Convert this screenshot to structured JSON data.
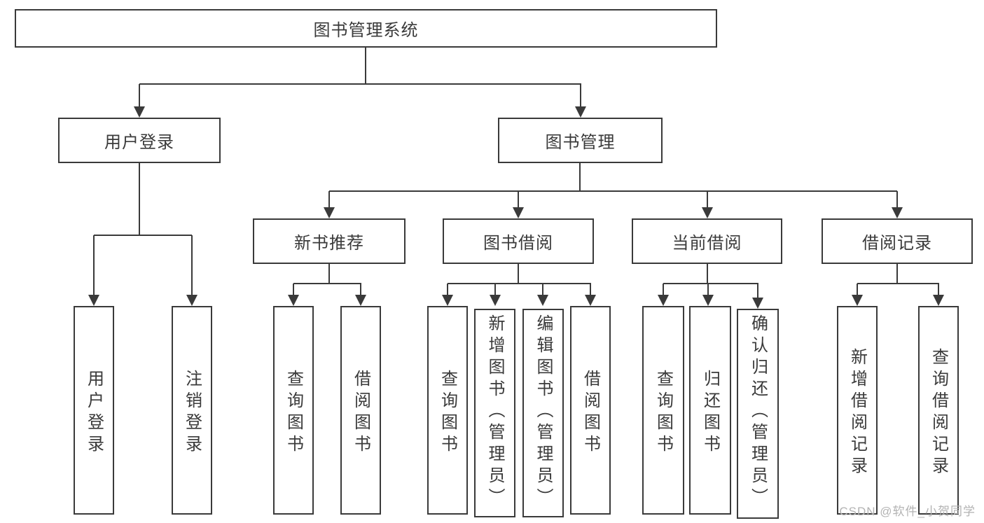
{
  "diagram": {
    "colors": {
      "line": "#3a3a3a",
      "text": "#3a3a3a",
      "box_bg": "#ffffff",
      "background": "#ffffff",
      "watermark": "#b3b3b3"
    },
    "watermark": "CSDN @软件_小贺同学",
    "tree": {
      "root": {
        "label": "图书管理系统"
      },
      "branches": [
        {
          "label": "用户登录",
          "children": [
            "用户登录",
            "注销登录"
          ]
        },
        {
          "label": "图书管理",
          "children": [
            {
              "label": "新书推荐",
              "children": [
                "查询图书",
                "借阅图书"
              ]
            },
            {
              "label": "图书借阅",
              "children": [
                "查询图书",
                "新增图书（管理员）",
                "编辑图书（管理员）",
                "借阅图书"
              ]
            },
            {
              "label": "当前借阅",
              "children": [
                "查询图书",
                "归还图书",
                "确认归还（管理员）"
              ]
            },
            {
              "label": "借阅记录",
              "children": [
                "新增借阅记录",
                "查询借阅记录"
              ]
            }
          ]
        }
      ]
    }
  }
}
